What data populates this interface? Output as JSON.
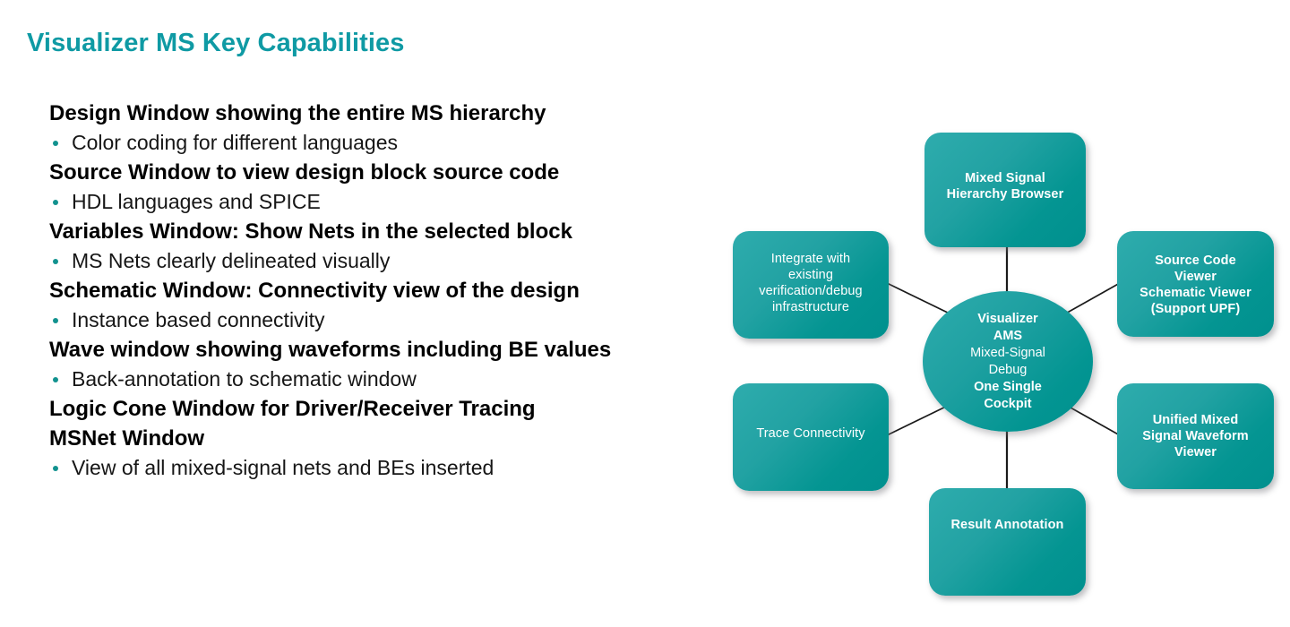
{
  "slide": {
    "title": "Visualizer MS Key Capabilities",
    "title_color": "#0f9aa4"
  },
  "bullets": [
    {
      "type": "head",
      "text": "Design Window showing the entire MS hierarchy"
    },
    {
      "type": "sub",
      "text": "Color coding for different languages"
    },
    {
      "type": "head",
      "text": "Source Window to view design block source code"
    },
    {
      "type": "sub",
      "text": "HDL languages and SPICE"
    },
    {
      "type": "head",
      "text": "Variables Window: Show Nets in the selected block"
    },
    {
      "type": "sub",
      "text": "MS Nets clearly delineated visually"
    },
    {
      "type": "head",
      "text": "Schematic Window: Connectivity view of the design"
    },
    {
      "type": "sub",
      "text": "Instance based connectivity"
    },
    {
      "type": "head",
      "text": "Wave window showing waveforms including BE values"
    },
    {
      "type": "sub",
      "text": "Back-annotation to schematic window"
    },
    {
      "type": "head",
      "text": "Logic Cone Window for Driver/Receiver Tracing"
    },
    {
      "type": "head",
      "text": "MSNet Window"
    },
    {
      "type": "sub",
      "text": "View of all mixed-signal nets and BEs inserted"
    }
  ],
  "diagram": {
    "node_color_light": "#2eacad",
    "node_color_dark": "#00908e",
    "connector_color": "#1a1a1a",
    "hub": {
      "lines": [
        {
          "text": "Visualizer",
          "bold": true
        },
        {
          "text": "AMS",
          "bold": true
        },
        {
          "text": "Mixed-Signal",
          "bold": false
        },
        {
          "text": "Debug",
          "bold": false
        },
        {
          "text": "One Single",
          "bold": true
        },
        {
          "text": "Cockpit",
          "bold": true
        }
      ]
    },
    "nodes": {
      "hierarchy_browser": "Mixed Signal\nHierarchy Browser",
      "source_code": "Source Code\nViewer\nSchematic Viewer\n(Support UPF)",
      "waveform_viewer": "Unified Mixed\nSignal Waveform\nViewer",
      "result_annotation": "Result Annotation",
      "integrate": "Integrate with\nexisting\nverification/debug\ninfrastructure",
      "trace": "Trace Connectivity"
    }
  }
}
